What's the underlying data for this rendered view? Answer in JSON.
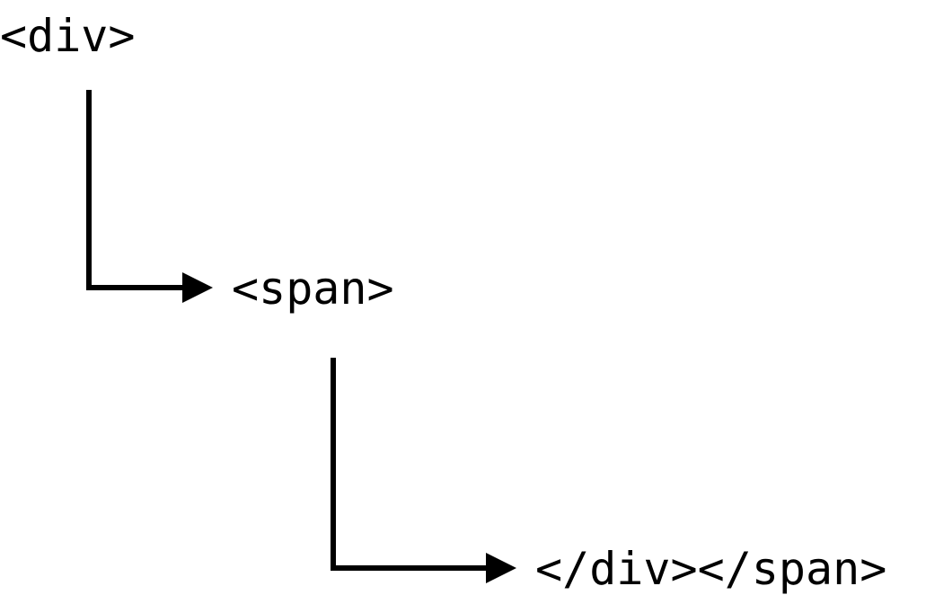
{
  "diagram": {
    "nodes": [
      {
        "id": "div-open",
        "label": "<div>"
      },
      {
        "id": "span-open",
        "label": "<span>"
      },
      {
        "id": "close-tags",
        "label": "</div></span>"
      }
    ],
    "edges": [
      {
        "from": "div-open",
        "to": "span-open"
      },
      {
        "from": "span-open",
        "to": "close-tags"
      }
    ],
    "colors": {
      "text": "#000000",
      "line": "#000000",
      "background": "#ffffff"
    }
  }
}
